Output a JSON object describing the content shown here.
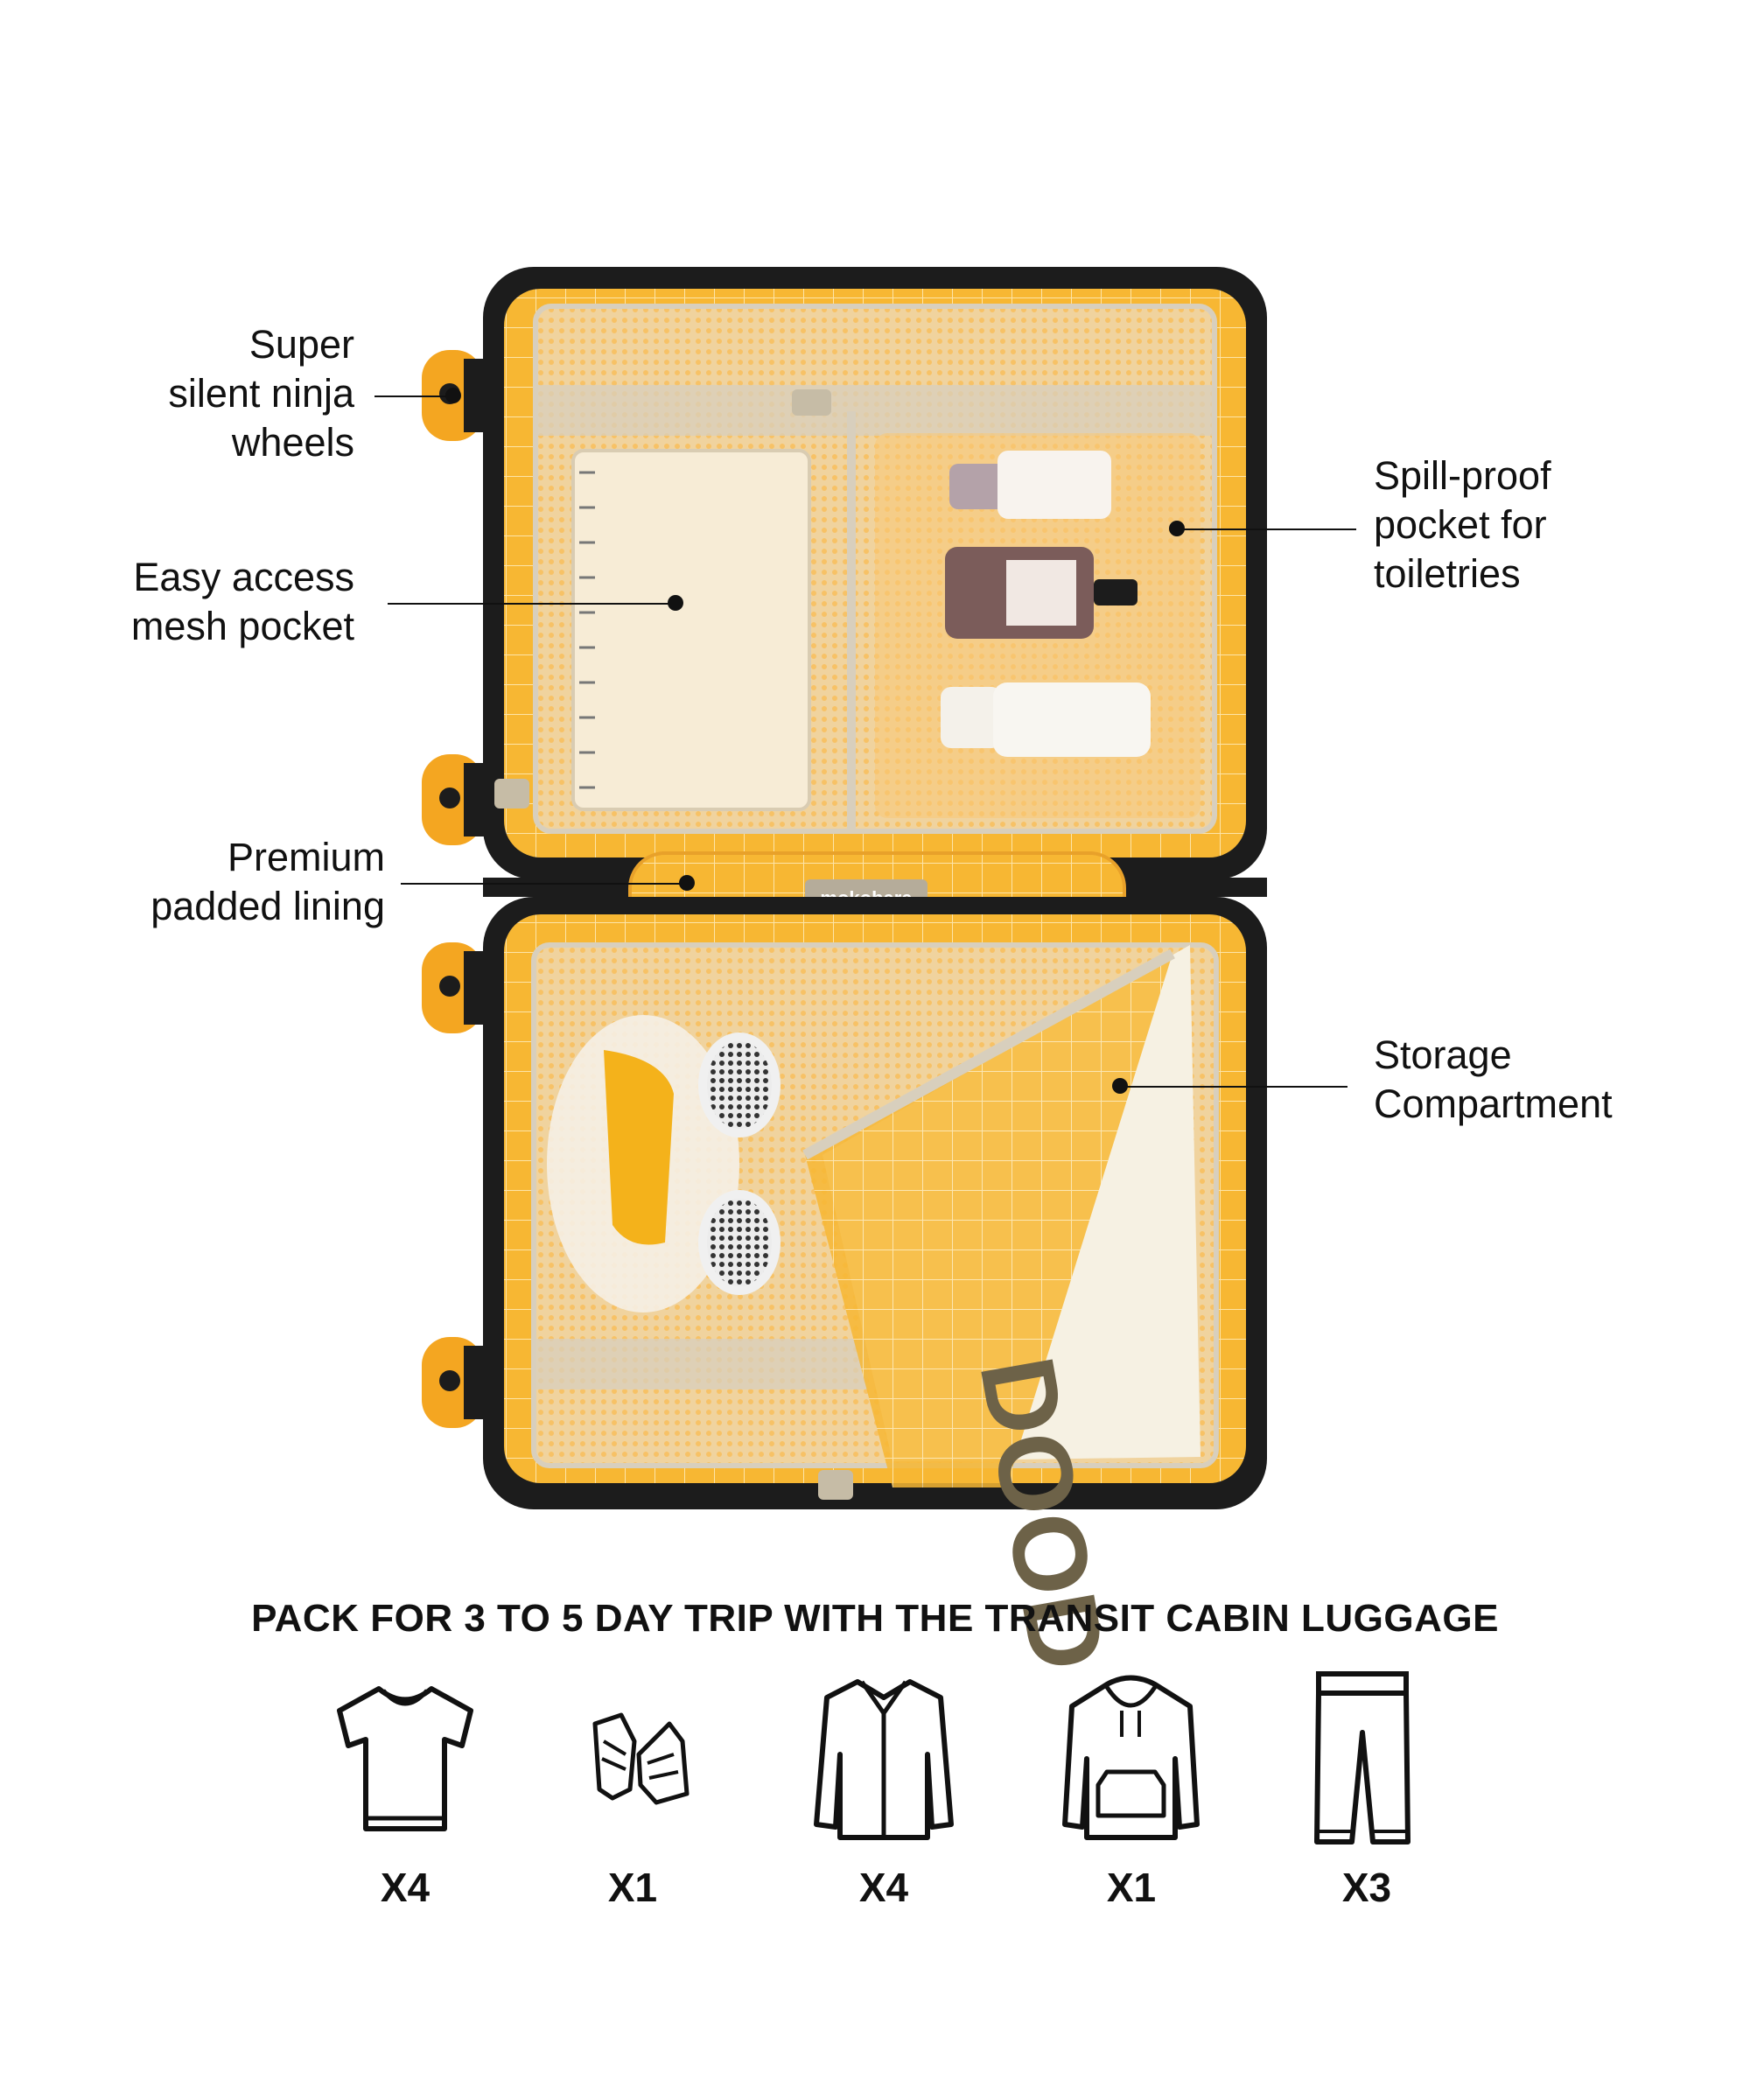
{
  "callouts": {
    "wheels": [
      "Super",
      "silent ninja",
      "wheels"
    ],
    "mesh_pocket": [
      "Easy access",
      "mesh pocket"
    ],
    "lining": [
      "Premium",
      "padded lining"
    ],
    "toiletries": [
      "Spill-proof",
      "pocket for",
      "toiletries"
    ],
    "storage": [
      "Storage",
      "Compartment"
    ]
  },
  "brand_label": "mokobara",
  "packing": {
    "headline": "PACK FOR 3 TO 5 DAY TRIP WITH THE TRANSIT CABIN LUGGAGE",
    "items": [
      {
        "icon": "tshirt-icon",
        "count": "X4"
      },
      {
        "icon": "sneakers-icon",
        "count": "X1"
      },
      {
        "icon": "shirt-icon",
        "count": "X4"
      },
      {
        "icon": "hoodie-icon",
        "count": "X1"
      },
      {
        "icon": "trousers-icon",
        "count": "X3"
      }
    ]
  },
  "colors": {
    "lining": "#f7b733",
    "shell": "#1c1c1c",
    "wheel": "#f4a621",
    "mesh": "#f2dcb6",
    "trim": "#d8cfbd"
  }
}
